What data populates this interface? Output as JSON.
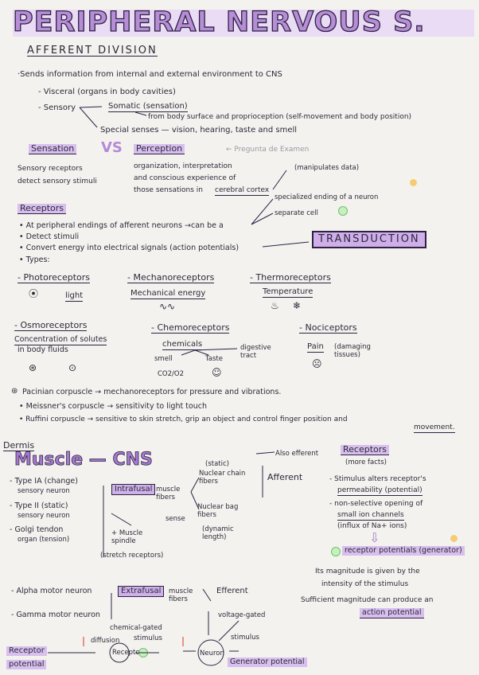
{
  "title": "PERIPHERAL NERVOUS S.",
  "subtitle": "AFFERENT  DIVISION",
  "intro": {
    "line": "·Sends information from internal and external environment to CNS",
    "visceral": "- Visceral (organs in body cavities)",
    "sensory": "- Sensory",
    "somatic": "Somatic (sensation)",
    "somatic_detail": "from body surface and proprioception (self-movement and body position)",
    "special": "Special senses — vision, hearing, taste and smell"
  },
  "sensation": {
    "sensation_label": "Sensation",
    "vs": "VS",
    "perception_label": "Perception",
    "exam_note": "← Pregunta de Examen",
    "sensation_desc_1": "Sensory receptors",
    "sensation_desc_2": "detect sensory stimuli",
    "perception_desc_1": "organization, interpretation",
    "perception_desc_2": "and conscious experience of",
    "perception_desc_3": "those sensations in",
    "cortex": "cerebral cortex",
    "manipulates": "(manipulates data)"
  },
  "receptors": {
    "heading": "Receptors",
    "b1": "• At peripheral endings of afferent neurons →can be a",
    "specialized": "specialized ending of a neuron",
    "separate": "separate cell",
    "b2": "• Detect stimuli",
    "b3": "• Convert energy into electrical signals (action potentials)",
    "transduction": "TRANSDUCTION",
    "b4": "• Types:",
    "photo": "- Photoreceptors",
    "light": "light",
    "mechano": "- Mechanoreceptors",
    "mech_energy": "Mechanical energy",
    "thermo": "- Thermoreceptors",
    "temperature": "Temperature",
    "osmo": "- Osmoreceptors",
    "osmo_desc_1": "Concentration of solutes",
    "osmo_desc_2": "in body fluids",
    "chemo": "- Chemoreceptors",
    "chemicals": "chemicals",
    "digestive": "digestive tract",
    "smell": "smell",
    "taste": "Taste",
    "co2": "CO2/O2",
    "noci": "- Nociceptors",
    "pain": "Pain",
    "pain_desc": "(damaging tissues)"
  },
  "corpuscles": {
    "pacinian": "Pacinian corpuscle → mechanoreceptors for pressure and vibrations.",
    "meissner": "• Meissner's corpuscle → sensitivity to light touch",
    "ruffini": "• Ruffini corpuscle → sensitive to skin stretch, grip an object and control finger position and",
    "ruffini_2": "movement."
  },
  "muscle": {
    "dermis": "Dermis",
    "title": "Muscle — CNS",
    "type_ia": "- Type IA (change)",
    "type_ia_2": "sensory neuron",
    "type_ii": "- Type II (static)",
    "type_ii_2": "sensory neuron",
    "golgi": "- Golgi tendon",
    "golgi_2": "organ (tension)",
    "intrafusal": "Intrafusal",
    "muscle_fibers": "muscle fibers",
    "static": "(static)",
    "chain": "Nuclear chain fibers",
    "bag": "Nuclear bag fibers",
    "dynamic": "(dynamic length)",
    "sense": "sense",
    "also_efferent": "Also efferent",
    "afferent": "Afferent",
    "spindle": "+ Muscle spindle",
    "stretch": "(stretch receptors)",
    "alpha": "- Alpha motor neuron",
    "gamma": "- Gamma motor neuron",
    "extrafusal": "Extrafusal",
    "extra_muscle": "muscle fibers",
    "efferent": "Efferent"
  },
  "facts": {
    "heading": "Receptors",
    "sub": "(more facts)",
    "f1": "- Stimulus alters receptor's",
    "f2": "permeability (potential)",
    "f3": "- non-selective opening of",
    "f4": "small ion channels",
    "f5": "(influx of Na+ ions)",
    "receptor_potentials": "receptor potentials (generator)",
    "m1": "Its magnitude is given by the",
    "m2": "intensity of the stimulus",
    "m3": "Sufficient magnitude can produce an",
    "m4": "action potential"
  },
  "bottom": {
    "receptor": "Receptor",
    "potential": "potential",
    "chemical_gated": "chemical-gated",
    "diffusion": "diffusion",
    "stimulus": "stimulus",
    "receptor_node": "Receptor",
    "voltage_gated": "voltage-gated",
    "stimulus_2": "stimulus",
    "neuron": "Neuron",
    "generator": "Generator potential"
  }
}
